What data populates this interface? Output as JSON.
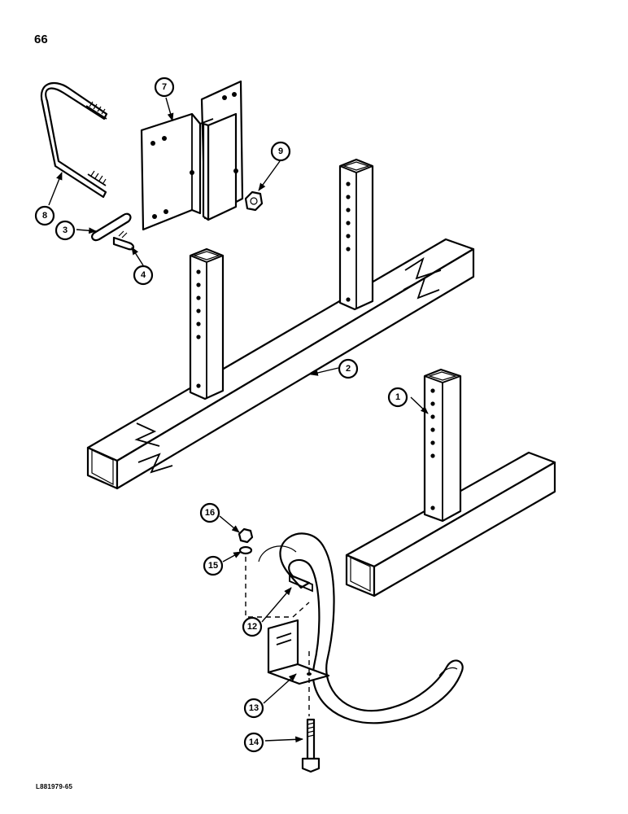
{
  "page_number": "66",
  "reference_code": "L881979-65",
  "callouts": [
    "1",
    "2",
    "3",
    "4",
    "7",
    "8",
    "9",
    "12",
    "13",
    "14",
    "15",
    "16"
  ]
}
